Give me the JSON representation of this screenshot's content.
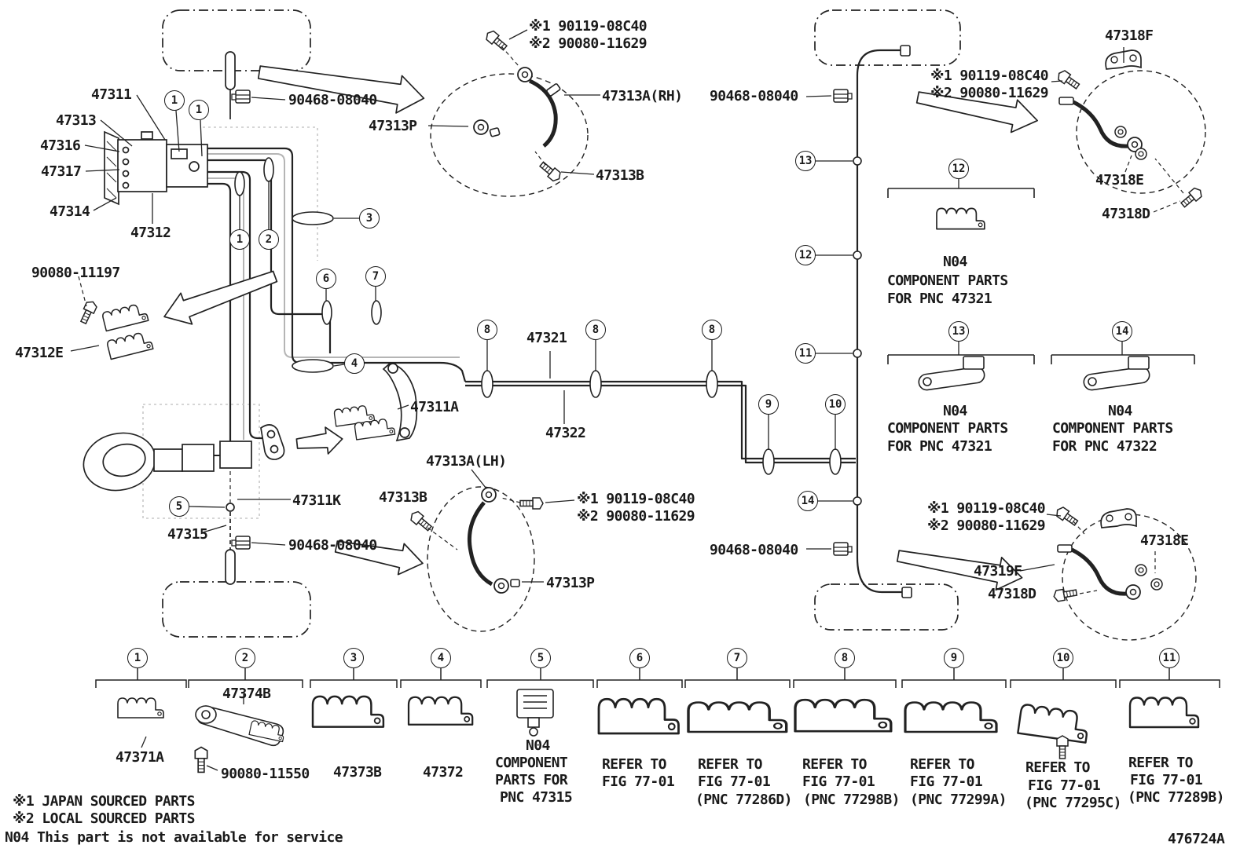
{
  "meta": {
    "drawing_number": "476724A"
  },
  "colors": {
    "ink": "#1a1a1a",
    "gray_tube": "#b5b5b5",
    "paper": "#ffffff"
  },
  "footnotes": [
    "※1 JAPAN SOURCED PARTS",
    "※2 LOCAL SOURCED PARTS",
    "N04 This part is not available for service"
  ],
  "labels": [
    {
      "name": "part-47311",
      "text": "47311"
    },
    {
      "name": "part-47313",
      "text": "47313"
    },
    {
      "name": "part-47316",
      "text": "47316"
    },
    {
      "name": "part-47317",
      "text": "47317"
    },
    {
      "name": "part-47314",
      "text": "47314"
    },
    {
      "name": "part-47312",
      "text": "47312"
    },
    {
      "name": "part-90468-08040-top-left",
      "text": "90468-08040"
    },
    {
      "name": "note-90119-08C40-top",
      "text": "※1 90119-08C40"
    },
    {
      "name": "note-90080-11629-top",
      "text": "※2 90080-11629"
    },
    {
      "name": "part-47313A-RH",
      "text": "47313A(RH)"
    },
    {
      "name": "part-47313P-top",
      "text": "47313P"
    },
    {
      "name": "part-47313B-top",
      "text": "47313B"
    },
    {
      "name": "part-90080-11197",
      "text": "90080-11197"
    },
    {
      "name": "part-47312E",
      "text": "47312E"
    },
    {
      "name": "part-47311A",
      "text": "47311A"
    },
    {
      "name": "part-47313A-LH",
      "text": "47313A(LH)"
    },
    {
      "name": "part-47313B-bottom",
      "text": "47313B"
    },
    {
      "name": "note-90119-08C40-mid",
      "text": "※1 90119-08C40"
    },
    {
      "name": "note-90080-11629-mid",
      "text": "※2 90080-11629"
    },
    {
      "name": "part-47313P-bottom",
      "text": "47313P"
    },
    {
      "name": "part-47311K",
      "text": "47311K"
    },
    {
      "name": "part-47315",
      "text": "47315"
    },
    {
      "name": "part-90468-08040-bottom-left",
      "text": "90468-08040"
    },
    {
      "name": "part-47321",
      "text": "47321"
    },
    {
      "name": "part-47322",
      "text": "47322"
    },
    {
      "name": "part-90468-08040-top-right",
      "text": "90468-08040"
    },
    {
      "name": "note-90119-08C40-right-top",
      "text": "※1 90119-08C40"
    },
    {
      "name": "note-90080-11629-right-top",
      "text": "※2 90080-11629"
    },
    {
      "name": "part-47318F",
      "text": "47318F"
    },
    {
      "name": "part-47318E-top",
      "text": "47318E"
    },
    {
      "name": "part-47318D-top",
      "text": "47318D"
    },
    {
      "name": "n04-12",
      "text": "N04"
    },
    {
      "name": "component-parts-12",
      "text": "COMPONENT PARTS"
    },
    {
      "name": "for-pnc-47321-12",
      "text": "FOR PNC 47321"
    },
    {
      "name": "n04-13",
      "text": "N04"
    },
    {
      "name": "component-parts-13",
      "text": "COMPONENT PARTS"
    },
    {
      "name": "for-pnc-47321-13",
      "text": "FOR PNC 47321"
    },
    {
      "name": "n04-14",
      "text": "N04"
    },
    {
      "name": "component-parts-14",
      "text": "COMPONENT PARTS"
    },
    {
      "name": "for-pnc-47322-14",
      "text": "FOR PNC 47322"
    },
    {
      "name": "note-90119-08C40-right-bottom",
      "text": "※1 90119-08C40"
    },
    {
      "name": "note-90080-11629-right-bottom",
      "text": "※2 90080-11629"
    },
    {
      "name": "part-90468-08040-bottom-right",
      "text": "90468-08040"
    },
    {
      "name": "part-47319F",
      "text": "47319F"
    },
    {
      "name": "part-47318D-bottom",
      "text": "47318D"
    },
    {
      "name": "part-47318E-bottom",
      "text": "47318E"
    }
  ],
  "callouts": {
    "main": [
      "1",
      "1",
      "1",
      "2",
      "3",
      "6",
      "7",
      "4",
      "5",
      "8",
      "8",
      "8",
      "9",
      "10",
      "11",
      "12",
      "13",
      "12",
      "13",
      "14",
      "14"
    ]
  },
  "legend": {
    "items": [
      {
        "num": "1",
        "lines": [
          "47371A"
        ]
      },
      {
        "num": "2",
        "lines": [
          "47374B",
          "90080-11550"
        ]
      },
      {
        "num": "3",
        "lines": [
          "47373B"
        ]
      },
      {
        "num": "4",
        "lines": [
          "47372"
        ]
      },
      {
        "num": "5",
        "lines": [
          "N04",
          "COMPONENT",
          "PARTS FOR",
          "PNC 47315"
        ]
      },
      {
        "num": "6",
        "lines": [
          "REFER TO",
          "FIG 77-01"
        ]
      },
      {
        "num": "7",
        "lines": [
          "REFER TO",
          "FIG 77-01",
          "(PNC 77286D)"
        ]
      },
      {
        "num": "8",
        "lines": [
          "REFER TO",
          "FIG 77-01",
          "(PNC 77298B)"
        ]
      },
      {
        "num": "9",
        "lines": [
          "REFER TO",
          "FIG 77-01",
          "(PNC 77299A)"
        ]
      },
      {
        "num": "10",
        "lines": [
          "REFER TO",
          "FIG 77-01",
          "(PNC 77295C)"
        ]
      },
      {
        "num": "11",
        "lines": [
          "REFER TO",
          "FIG 77-01",
          "(PNC 77289B)"
        ]
      }
    ]
  }
}
